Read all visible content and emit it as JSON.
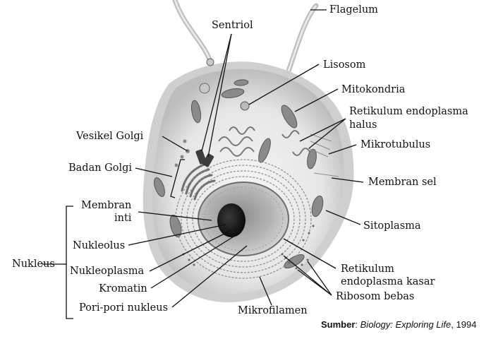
{
  "labels": {
    "flagelum": "Flagelum",
    "sentriol": "Sentriol",
    "lisosom": "Lisosom",
    "mitokondria": "Mitokondria",
    "retikulum_halus_1": "Retikulum endoplasma",
    "retikulum_halus_2": "halus",
    "vesikel_golgi": "Vesikel Golgi",
    "mikrotubulus": "Mikrotubulus",
    "badan_golgi": "Badan Golgi",
    "membran_sel": "Membran sel",
    "membran_inti_1": "Membran",
    "membran_inti_2": "inti",
    "sitoplasma": "Sitoplasma",
    "nukleolus": "Nukleolus",
    "nukleus": "Nukleus",
    "nukleoplasma": "Nukleoplasma",
    "retikulum_kasar_1": "Retikulum",
    "retikulum_kasar_2": "endoplasma kasar",
    "kromatin": "Kromatin",
    "ribosom_bebas": "Ribosom bebas",
    "pori_pori": "Pori-pori nukleus",
    "mikrofilamen": "Mikrofilamen"
  },
  "source": {
    "prefix": "Sumber",
    "colon": ": ",
    "title": "Biology: Exploring Life",
    "year": ", 1994"
  },
  "colors": {
    "outer_membrane": "#cfcfcf",
    "cytoplasm": "#e9e9e9",
    "nucleus": "#b9b9b9",
    "nucleolus": "#1e1e1e",
    "organelle": "#7a7a7a"
  }
}
